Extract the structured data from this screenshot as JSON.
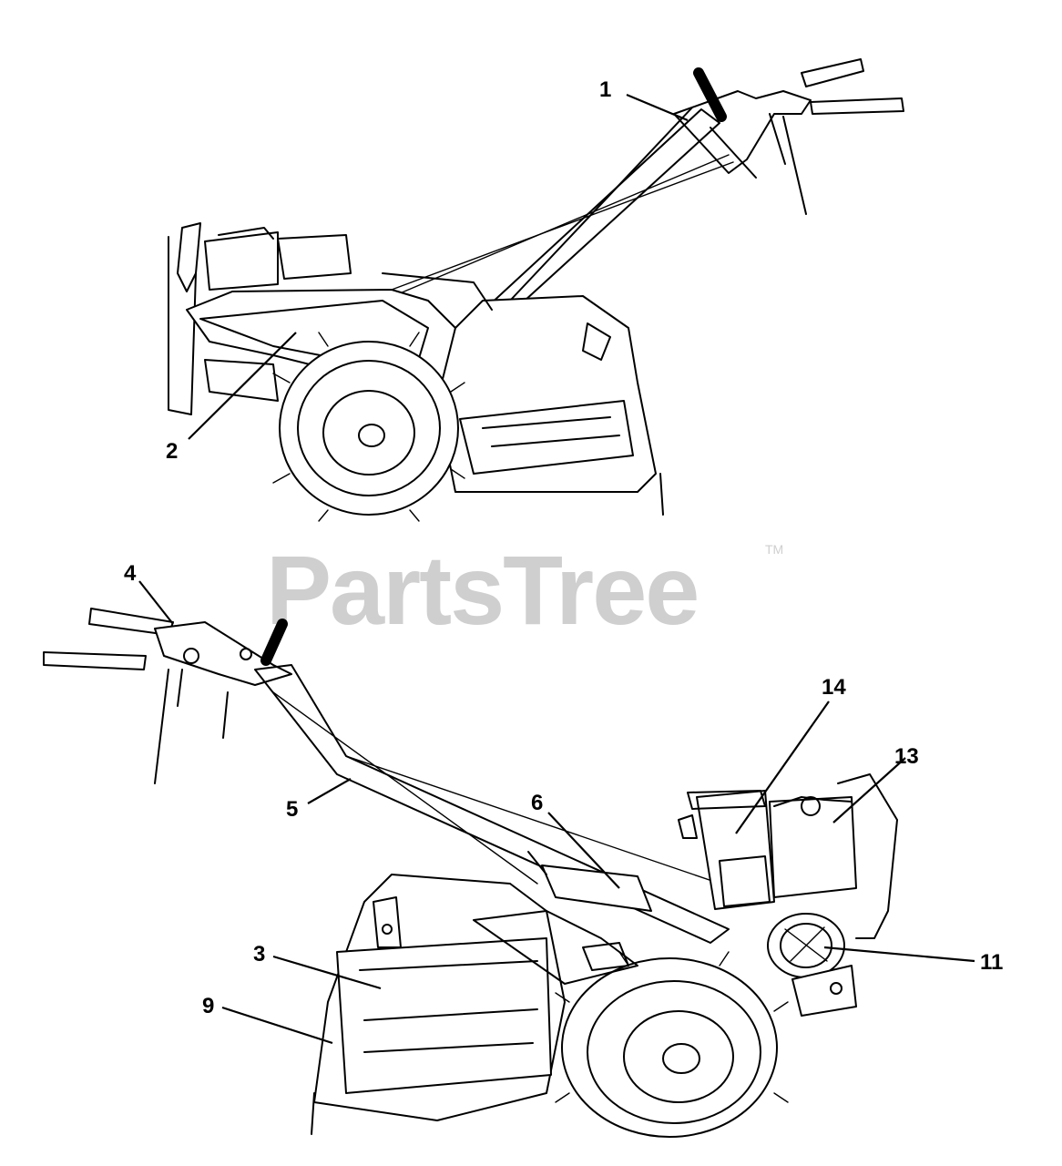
{
  "watermark": {
    "text": "PartsTree",
    "trademark": "TM"
  },
  "callouts": [
    {
      "id": "1",
      "label": "1"
    },
    {
      "id": "2",
      "label": "2"
    },
    {
      "id": "4",
      "label": "4"
    },
    {
      "id": "5",
      "label": "5"
    },
    {
      "id": "6",
      "label": "6"
    },
    {
      "id": "14",
      "label": "14"
    },
    {
      "id": "13",
      "label": "13"
    },
    {
      "id": "3",
      "label": "3"
    },
    {
      "id": "9",
      "label": "9"
    },
    {
      "id": "11",
      "label": "11"
    }
  ]
}
